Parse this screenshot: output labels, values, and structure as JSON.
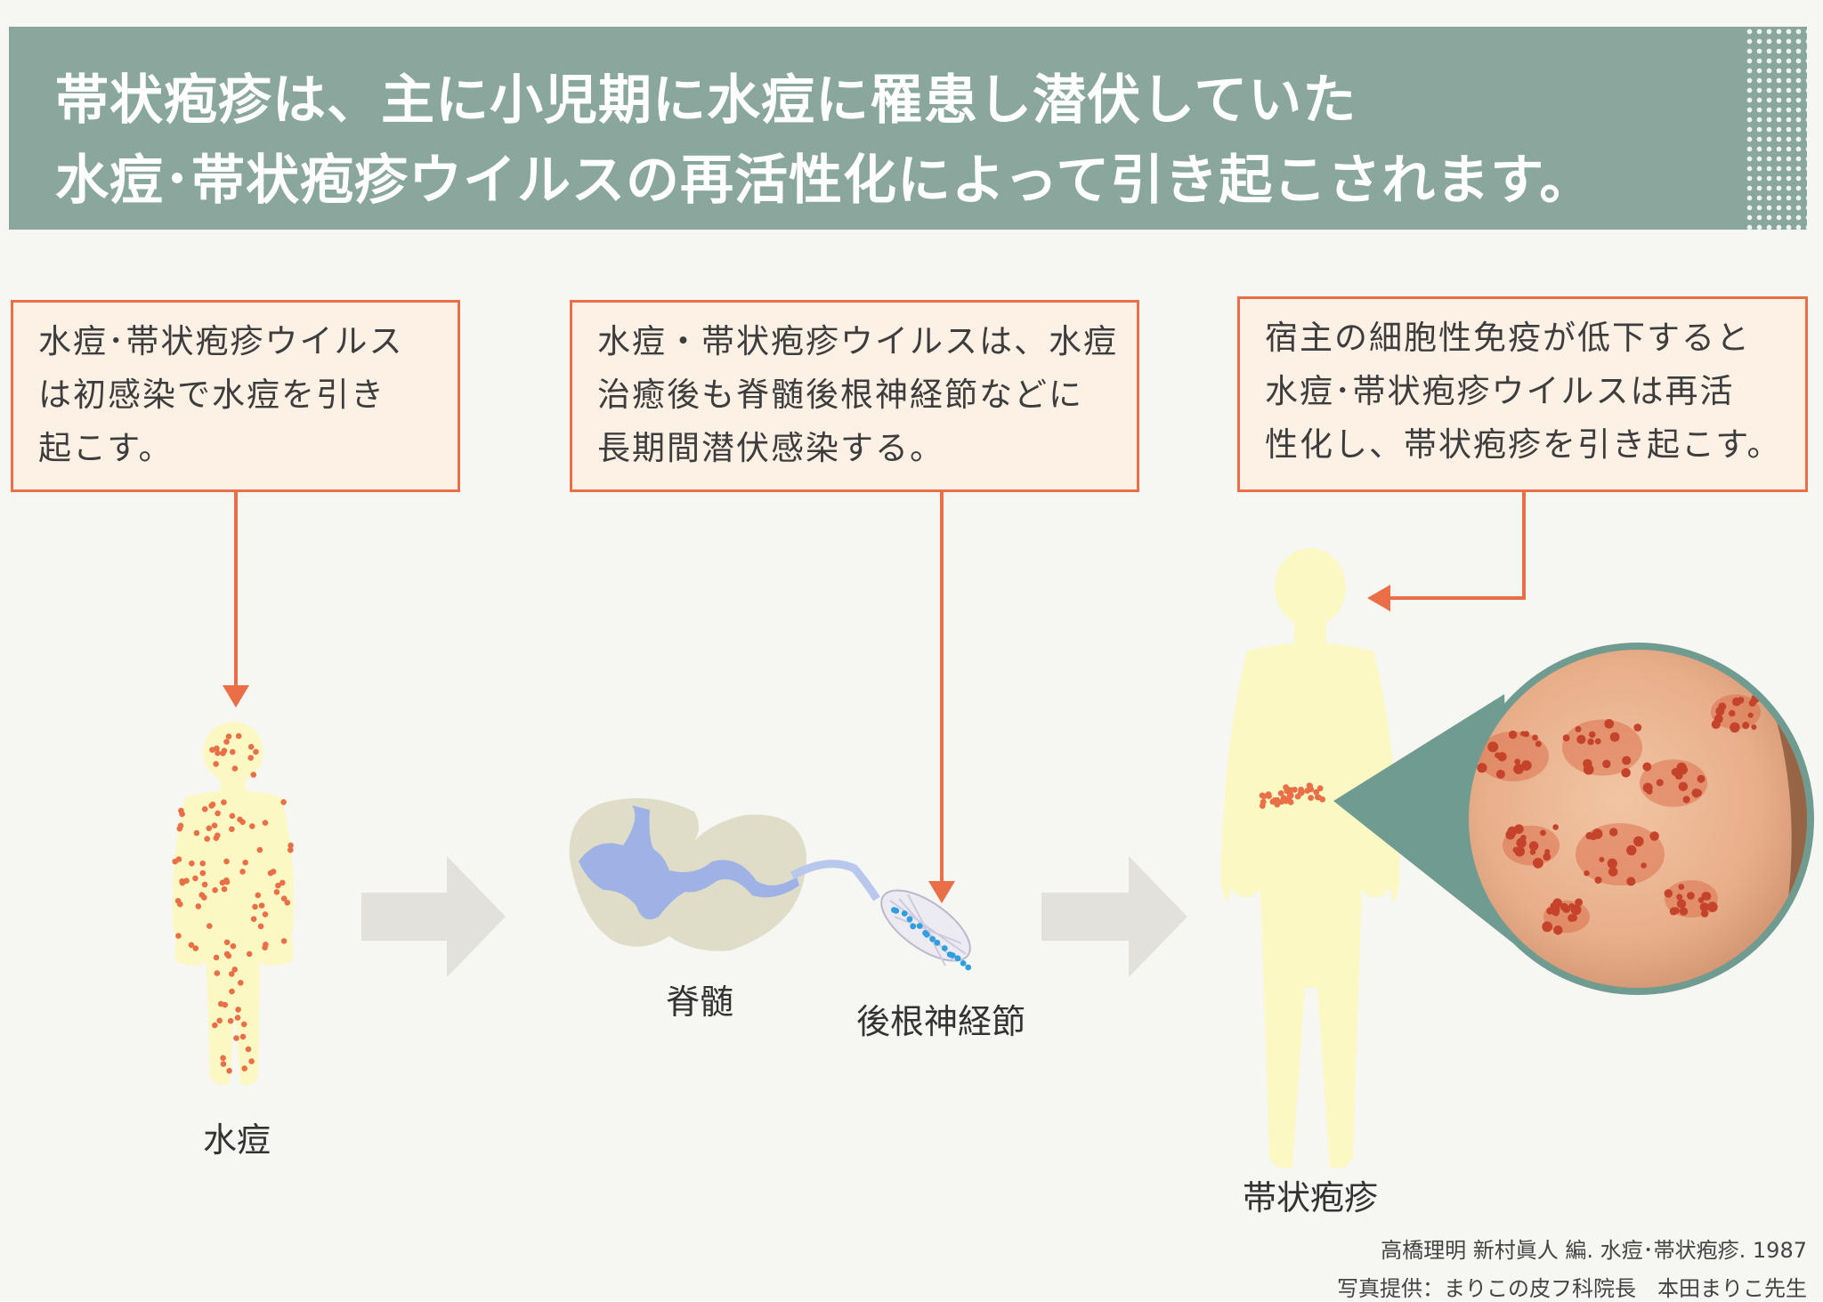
{
  "header": {
    "line1": "帯状疱疹は、主に小児期に水痘に罹患し潜伏していた",
    "line2": "水痘･帯状疱疹ウイルスの再活性化によって引き起こされます。"
  },
  "boxes": [
    {
      "lines": [
        "水痘･帯状疱疹ウイルス",
        "は初感染で水痘を引き",
        "起こす。"
      ]
    },
    {
      "lines": [
        "水痘・帯状疱疹ウイルスは、水痘",
        "治癒後も脊髄後根神経節などに",
        "長期間潜伏感染する。"
      ]
    },
    {
      "lines": [
        "宿主の細胞性免疫が低下すると",
        "水痘･帯状疱疹ウイルスは再活",
        "性化し、帯状疱疹を引き起こす。"
      ]
    }
  ],
  "labels": {
    "varicella": "水痘",
    "spinal_cord": "脊髄",
    "dorsal_root_ganglion": "後根神経節",
    "herpes_zoster": "帯状疱疹"
  },
  "sources": {
    "reference": "高橋理明 新村眞人 編. 水痘･帯状疱疹. 1987",
    "photo_credit": "写真提供：まりこの皮フ科院長　本田まりこ先生"
  },
  "colors": {
    "banner": "#8aa79d",
    "accent_orange": "#ea6f46",
    "box_fill": "#fdf1e6",
    "body_fill": "#fbf8c4",
    "virus_blue": "#2f9fe0",
    "flow_arrow": "#e3e1dc"
  }
}
